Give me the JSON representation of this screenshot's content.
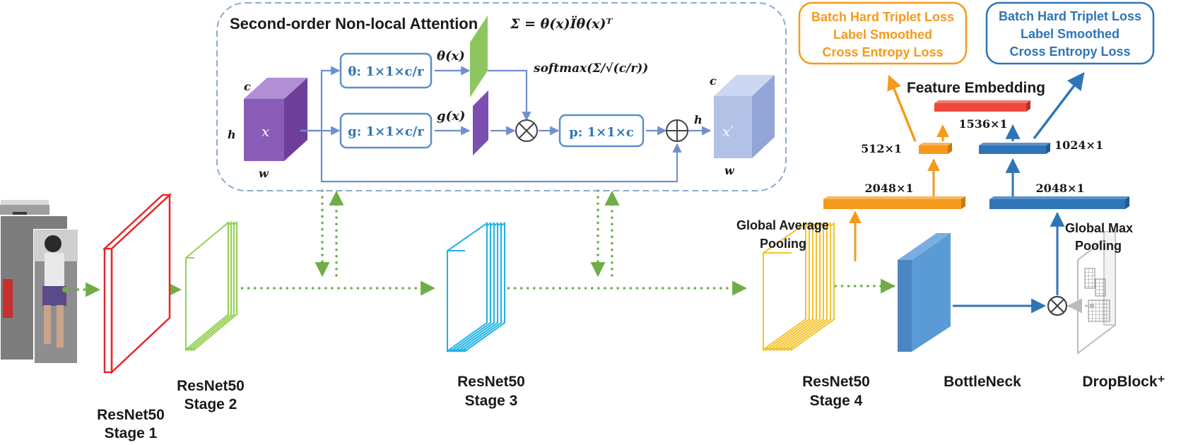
{
  "attention": {
    "title": "Second-order Non-local Attention",
    "sigma_formula": "Σ = θ(x)Ïθ(x)ᵀ",
    "theta_box": "θ: 1×1×c/r",
    "g_box": "g: 1×1×c/r",
    "p_box": "p: 1×1×c",
    "theta_out": "θ(x)",
    "g_out": "g(x)",
    "softmax": "softmax(Σ/√(c/r))",
    "input_label": "x",
    "output_label": "x′",
    "dim_c": "c",
    "dim_h": "h",
    "dim_w": "w"
  },
  "stages": {
    "stage1_line1": "ResNet50",
    "stage1_line2": "Stage 1",
    "stage2_line1": "ResNet50",
    "stage2_line2": "Stage 2",
    "stage3_line1": "ResNet50",
    "stage3_line2": "Stage 3",
    "stage4_line1": "ResNet50",
    "stage4_line2": "Stage 4",
    "bottleneck": "BottleNeck",
    "dropblock": "DropBlock⁺"
  },
  "heads": {
    "gap_line1": "Global Average",
    "gap_line2": "Pooling",
    "gmp_line1": "Global Max",
    "gmp_line2": "Pooling",
    "left_2048": "2048×1",
    "right_2048": "2048×1",
    "v512": "512×1",
    "v1024": "1024×1",
    "v1536": "1536×1",
    "feature_embedding": "Feature Embedding",
    "loss_left": [
      "Batch Hard Triplet Loss",
      "Label Smoothed",
      "Cross Entropy Loss"
    ],
    "loss_right": [
      "Batch Hard Triplet Loss",
      "Label Smoothed",
      "Cross Entropy Loss"
    ]
  },
  "colors": {
    "stage1": "#e8262a",
    "stage2": "#92d050",
    "stage3": "#1fb2e6",
    "stage4": "#f5c22a",
    "orange": "#f59a1b",
    "blue": "#2e75b6",
    "red_embedding": "#f0473c",
    "green_dot": "#70ad47",
    "purple": "#8a5cb8",
    "lavender": "#a9b8e0"
  }
}
